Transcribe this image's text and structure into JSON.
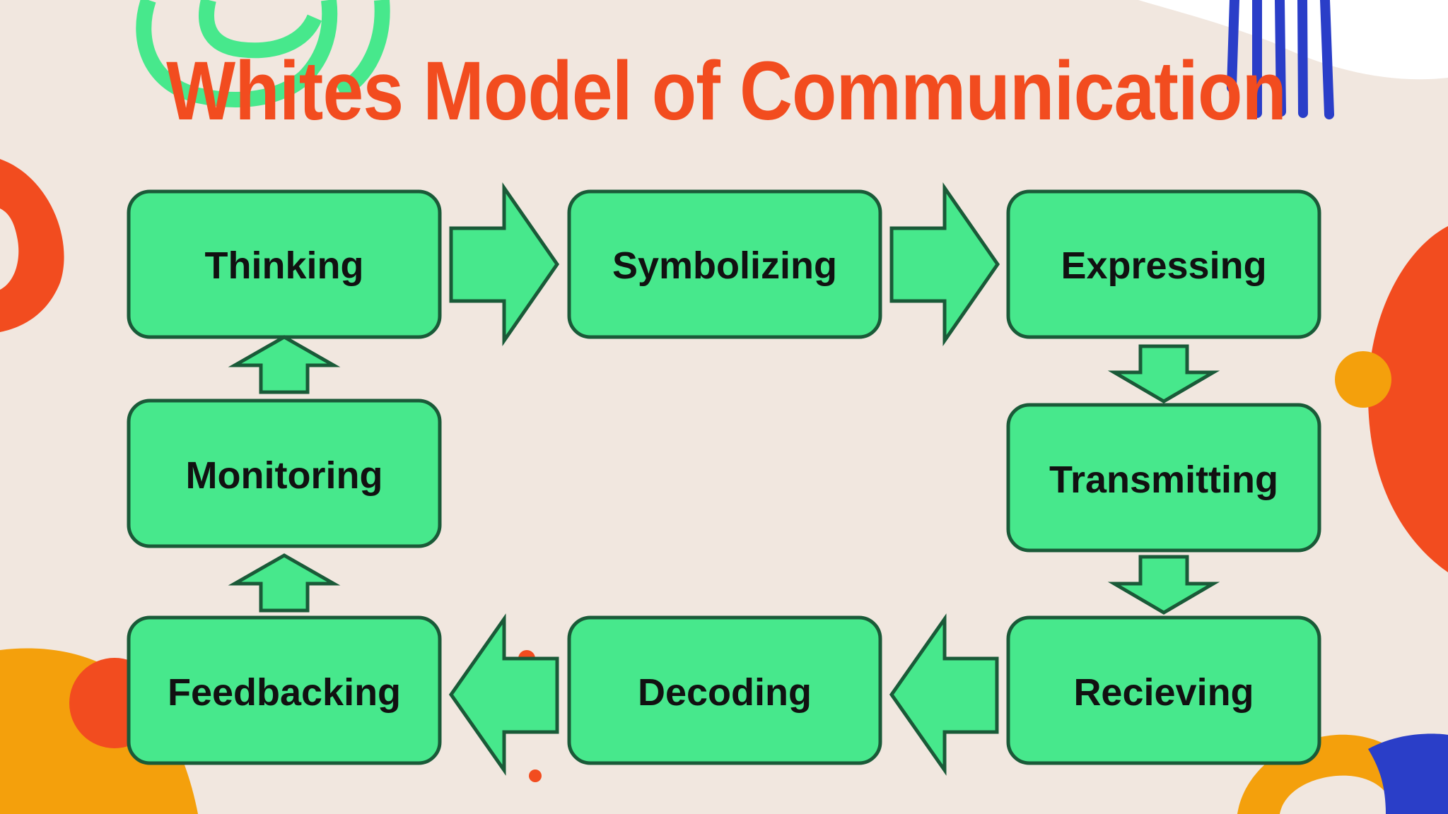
{
  "title": "Whites Model of Communication",
  "colors": {
    "background": "#f1e7df",
    "title": "#f24c1f",
    "box_fill": "#47e88c",
    "box_stroke": "#1a5a38",
    "accent_orange": "#f24c1f",
    "accent_yellow": "#f4a00c",
    "accent_blue": "#2a3ec8",
    "accent_green": "#47e88c"
  },
  "steps": {
    "thinking": "Thinking",
    "symbolizing": "Symbolizing",
    "expressing": "Expressing",
    "transmitting": "Transmitting",
    "recieving": "Recieving",
    "decoding": "Decoding",
    "feedbacking": "Feedbacking",
    "monitoring": "Monitoring"
  }
}
